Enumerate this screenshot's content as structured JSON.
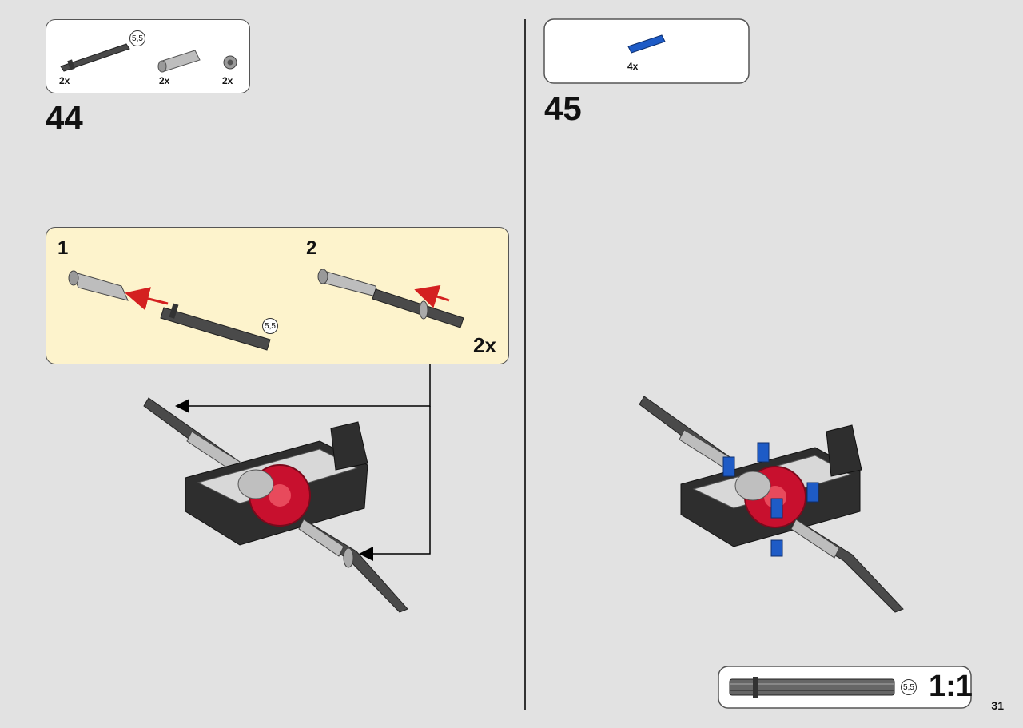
{
  "page": {
    "number": "31"
  },
  "step44": {
    "number": "44",
    "parts": [
      {
        "name": "axle",
        "qty": "2x",
        "length_label": "5,5"
      },
      {
        "name": "connector",
        "qty": "2x"
      },
      {
        "name": "bush",
        "qty": "2x"
      }
    ],
    "substeps": [
      {
        "number": "1",
        "length_label": "5,5"
      },
      {
        "number": "2",
        "multiplier": "2x"
      }
    ]
  },
  "step45": {
    "number": "45",
    "parts": [
      {
        "name": "blue-pin",
        "qty": "4x"
      }
    ]
  },
  "scale_box": {
    "length_label": "5,5",
    "scale": "1:1"
  },
  "colors": {
    "background": "#e2e2e2",
    "substep_bg": "#fdf3cc",
    "gear": "#c8102e",
    "frame": "#2b2b2b",
    "pin": "#1e5bc6"
  }
}
